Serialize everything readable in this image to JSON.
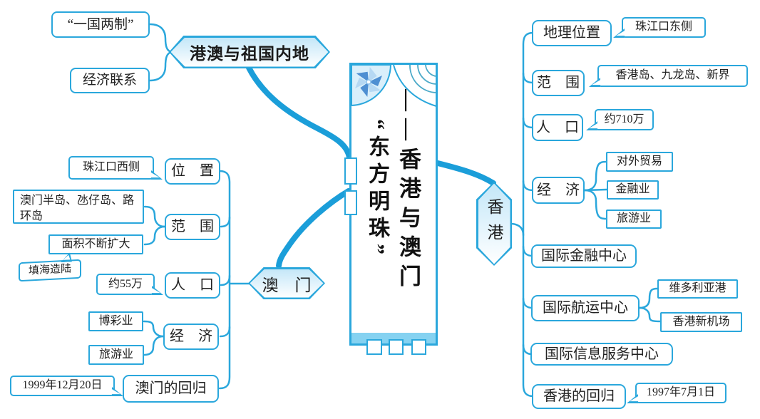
{
  "colors": {
    "outline": "#2AA7DC",
    "branch_curve": "#1B9ED9",
    "panel_band": "#85D2F1",
    "hex_fill_top": "#C4E7F8",
    "text": "#222222"
  },
  "center_panel": {
    "title_vertical_right": "——香港与澳门",
    "title_vertical_left": "“东方明珠”"
  },
  "mainland_topic": {
    "label": "港澳与祖国内地",
    "children": [
      {
        "label": "“一国两制”"
      },
      {
        "label": "经济联系"
      }
    ]
  },
  "macau": {
    "label": "澳　门",
    "branches": [
      {
        "label": "位　置",
        "leaf": "珠江口西侧"
      },
      {
        "label": "范　围",
        "leaf1": "澳门半岛、氹仔岛、路环岛",
        "leaf2": "面积不断扩大",
        "leaf3": "填海造陆"
      },
      {
        "label": "人　口",
        "leaf": "约55万"
      },
      {
        "label": "经　济",
        "leaf1": "博彩业",
        "leaf2": "旅游业"
      },
      {
        "label": "澳门的回归",
        "leaf": "1999年12月20日"
      }
    ]
  },
  "hongkong": {
    "label": "香港",
    "branches": [
      {
        "label": "地理位置",
        "leaf": "珠江口东侧"
      },
      {
        "label": "范　围",
        "leaf": "香港岛、九龙岛、新界"
      },
      {
        "label": "人　口",
        "leaf": "约710万"
      },
      {
        "label": "经　济",
        "leaf1": "对外贸易",
        "leaf2": "金融业",
        "leaf3": "旅游业"
      },
      {
        "label": "国际金融中心"
      },
      {
        "label": "国际航运中心",
        "leaf1": "维多利亚港",
        "leaf2": "香港新机场"
      },
      {
        "label": "国际信息服务中心"
      },
      {
        "label": "香港的回归",
        "leaf": "1997年7月1日"
      }
    ]
  }
}
